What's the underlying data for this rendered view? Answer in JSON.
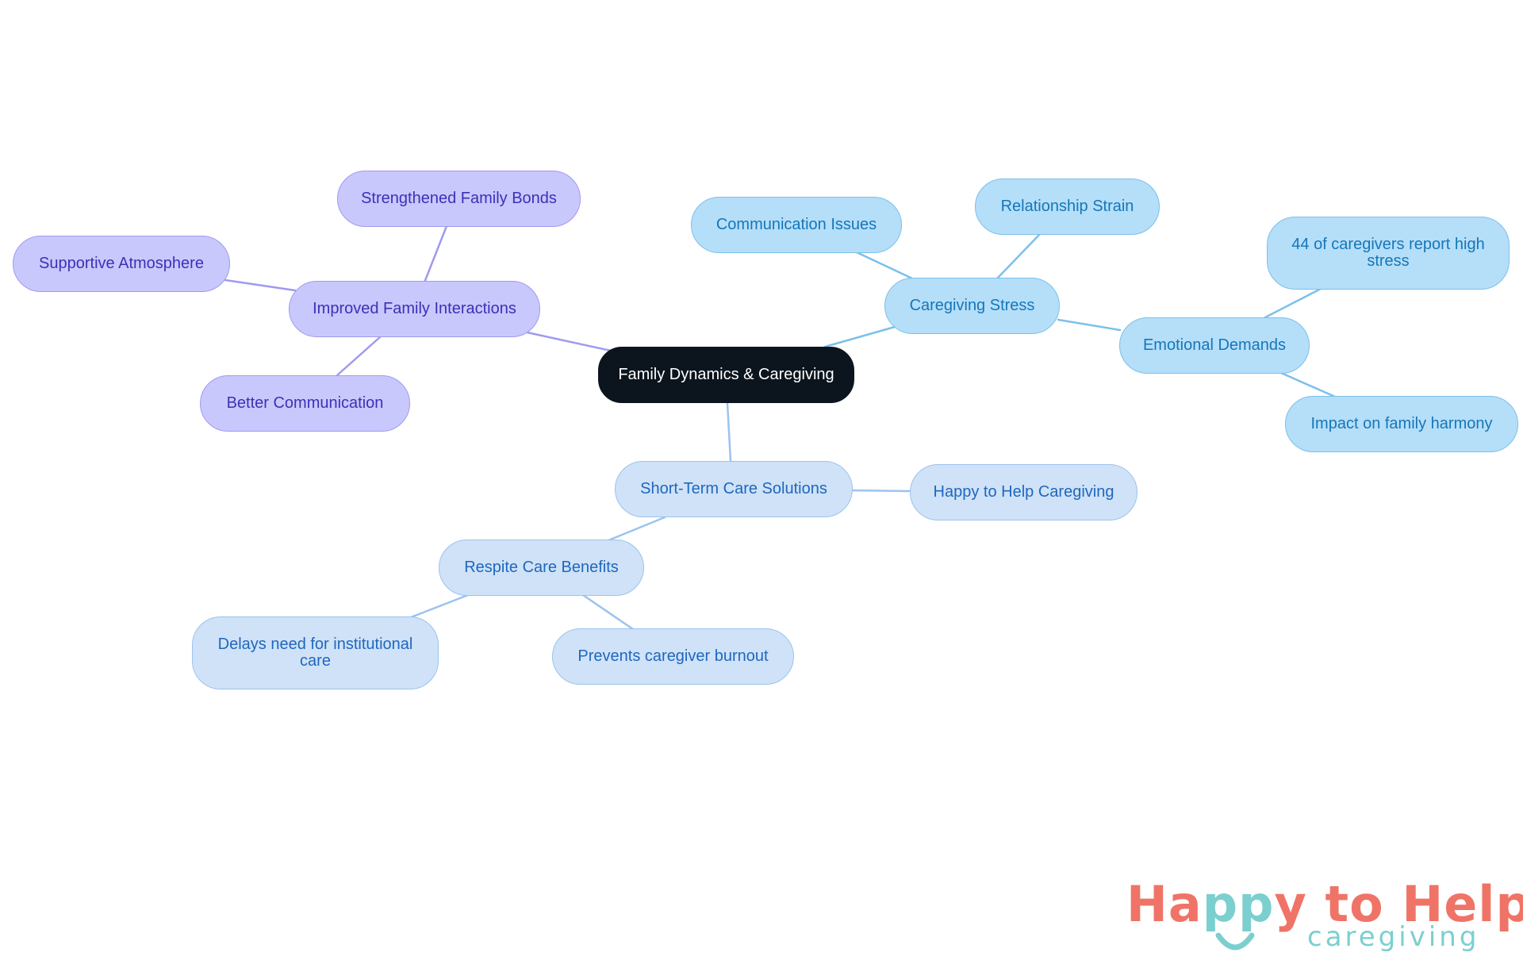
{
  "mindmap": {
    "root": "Family Dynamics & Caregiving",
    "branches": [
      {
        "label": "Improved Family Interactions",
        "color": "#c9c8fc",
        "children": [
          "Strengthened Family Bonds",
          "Supportive Atmosphere",
          "Better Communication"
        ]
      },
      {
        "label": "Caregiving Stress",
        "color": "#b5def9",
        "children": [
          "Communication Issues",
          "Relationship Strain",
          {
            "label": "Emotional Demands",
            "children": [
              "44 of caregivers report high stress",
              "Impact on family harmony"
            ]
          }
        ]
      },
      {
        "label": "Short-Term Care Solutions",
        "color": "#cfe2f8",
        "children": [
          "Happy to Help Caregiving",
          {
            "label": "Respite Care Benefits",
            "children": [
              "Delays need for institutional care",
              "Prevents caregiver burnout"
            ]
          }
        ]
      }
    ]
  },
  "logo": {
    "main_pre": "Ha",
    "main_pp": "pp",
    "main_post": "y to Help",
    "sub": "caregiving",
    "main_color": "#ef7467",
    "accent_color": "#7ccfcf"
  }
}
